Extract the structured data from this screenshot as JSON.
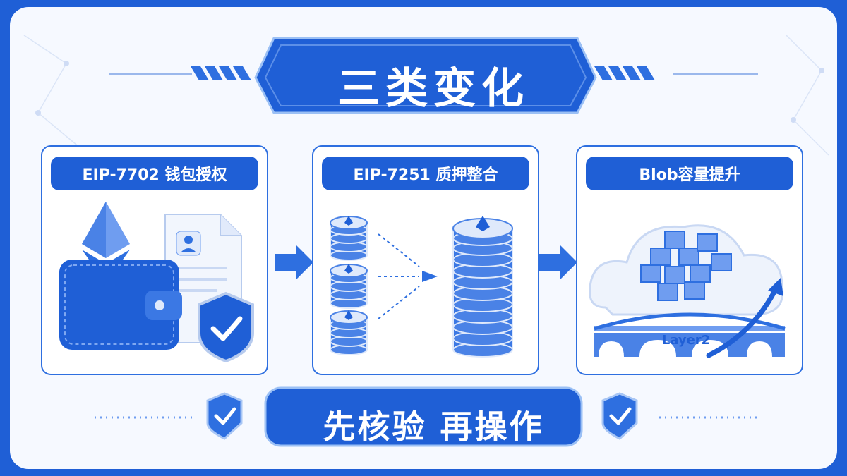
{
  "title": "三类变化",
  "panels": [
    {
      "label": "EIP-7702 钱包授权"
    },
    {
      "label": "EIP-7251 质押整合"
    },
    {
      "label": "Blob容量提升"
    }
  ],
  "layer2_label": "Layer2",
  "bottom_banner": "先核验 再操作",
  "colors": {
    "primary": "#1f5fd6",
    "light": "#6f9df0",
    "background": "#f6f9ff"
  },
  "icons": [
    "ethereum-wallet-icon",
    "document-user-icon",
    "shield-check-icon",
    "coin-stack-icon",
    "cloud-icon",
    "cube-cluster-icon",
    "bridge-icon",
    "growth-arrow-icon",
    "arrow-right-icon"
  ]
}
